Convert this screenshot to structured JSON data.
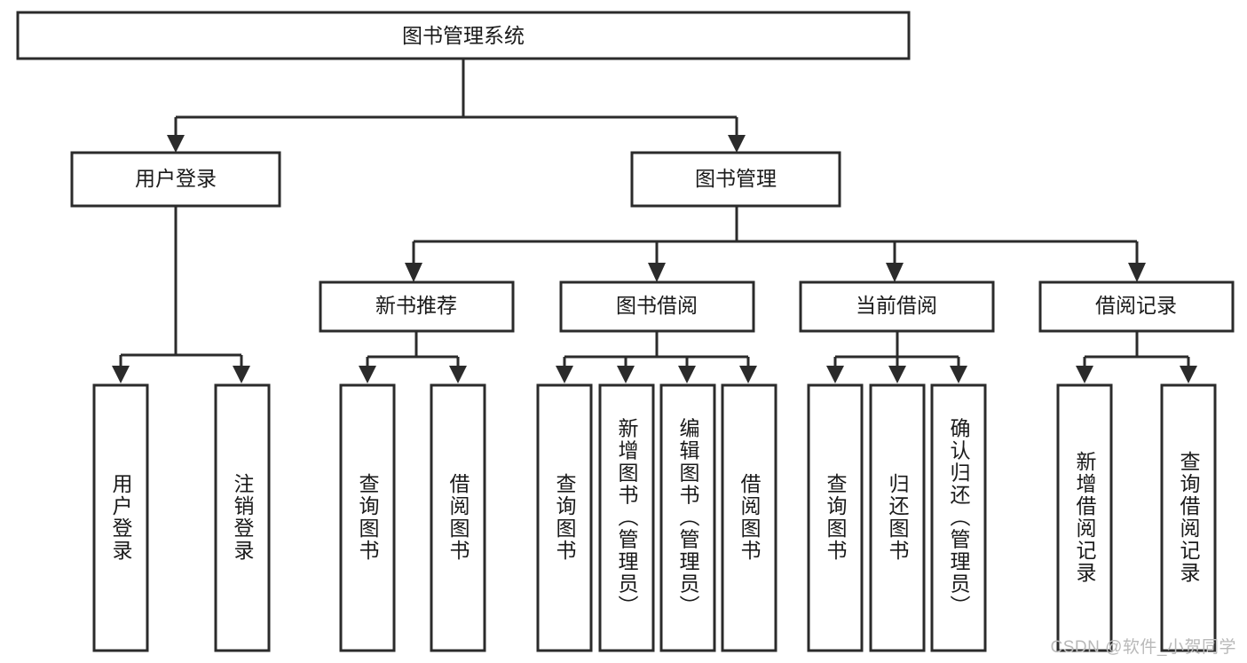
{
  "diagram": {
    "type": "tree-hierarchy",
    "title": "图书管理系统",
    "background_color": "#ffffff",
    "stroke_color": "#2b2b2b",
    "text_color": "#1a1a1a",
    "levels": 4,
    "root": {
      "id": "root",
      "label": "图书管理系统",
      "orientation": "horizontal"
    },
    "level2": [
      {
        "id": "user-login",
        "label": "用户登录",
        "orientation": "horizontal"
      },
      {
        "id": "book-management",
        "label": "图书管理",
        "orientation": "horizontal"
      }
    ],
    "level3": [
      {
        "id": "new-book-recommend",
        "label": "新书推荐",
        "orientation": "horizontal",
        "parent": "book-management"
      },
      {
        "id": "book-borrow",
        "label": "图书借阅",
        "orientation": "horizontal",
        "parent": "book-management"
      },
      {
        "id": "current-borrow",
        "label": "当前借阅",
        "orientation": "horizontal",
        "parent": "book-management"
      },
      {
        "id": "borrow-record",
        "label": "借阅记录",
        "orientation": "horizontal",
        "parent": "book-management"
      }
    ],
    "leaves": [
      {
        "id": "leaf-user-login",
        "label": "用户登录",
        "orientation": "vertical",
        "parent": "user-login"
      },
      {
        "id": "leaf-logout-login",
        "label": "注销登录",
        "orientation": "vertical",
        "parent": "user-login"
      },
      {
        "id": "leaf-query-book-1",
        "label": "查询图书",
        "orientation": "vertical",
        "parent": "new-book-recommend"
      },
      {
        "id": "leaf-borrow-book-1",
        "label": "借阅图书",
        "orientation": "vertical",
        "parent": "new-book-recommend"
      },
      {
        "id": "leaf-query-book-2",
        "label": "查询图书",
        "orientation": "vertical",
        "parent": "book-borrow"
      },
      {
        "id": "leaf-add-book-admin",
        "label": "新增图书（管理员）",
        "orientation": "vertical",
        "parent": "book-borrow"
      },
      {
        "id": "leaf-edit-book-admin",
        "label": "编辑图书（管理员）",
        "orientation": "vertical",
        "parent": "book-borrow"
      },
      {
        "id": "leaf-borrow-book-2",
        "label": "借阅图书",
        "orientation": "vertical",
        "parent": "book-borrow"
      },
      {
        "id": "leaf-query-book-3",
        "label": "查询图书",
        "orientation": "vertical",
        "parent": "current-borrow"
      },
      {
        "id": "leaf-return-book",
        "label": "归还图书",
        "orientation": "vertical",
        "parent": "current-borrow"
      },
      {
        "id": "leaf-confirm-return-admin",
        "label": "确认归还（管理员）",
        "orientation": "vertical",
        "parent": "current-borrow"
      },
      {
        "id": "leaf-add-borrow-record",
        "label": "新增借阅记录",
        "orientation": "vertical",
        "parent": "borrow-record"
      },
      {
        "id": "leaf-query-borrow-record",
        "label": "查询借阅记录",
        "orientation": "vertical",
        "parent": "borrow-record"
      }
    ]
  },
  "watermark": {
    "text": "CSDN @软件_小贺同学"
  }
}
